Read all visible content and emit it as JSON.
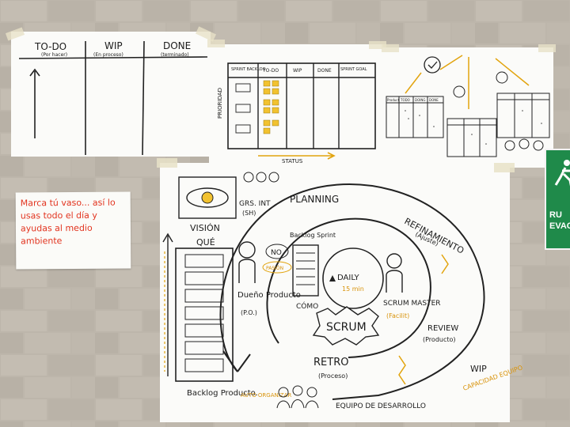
{
  "kanban": {
    "columns": [
      {
        "title": "TO-DO",
        "sub": "(Por hacer)"
      },
      {
        "title": "WIP",
        "sub": "(En proceso)"
      },
      {
        "title": "DONE",
        "sub": "(terminado)"
      }
    ]
  },
  "sprint_board": {
    "headers": [
      "SPRINT BACKLOG",
      "TO-DO",
      "WIP",
      "DONE",
      "SPRINT GOAL"
    ],
    "y_label": "PRIORIDAD",
    "x_label": "STATUS"
  },
  "teams_board": {
    "mini_headers": [
      "Product",
      "TODO",
      "DOING",
      "DONE"
    ]
  },
  "note": {
    "text": "Marca tú vaso... así lo\nusas todo el día y\nayudas al medio ambiente"
  },
  "exit_sign": {
    "line1": "RU",
    "line2": "EVAC"
  },
  "scrum": {
    "vision": "VISIÓN",
    "que": "QUÉ",
    "grs_int": "GRS. INT",
    "sh": "(SH)",
    "planning": "PLANNING",
    "refinamiento": "REFINAMIENTO",
    "ajuste": "(Ajuste)",
    "no": "NO",
    "pasion": "PASIÓN",
    "backlog_sprint": "Backlog Sprint",
    "dueno_producto": "Dueño Producto",
    "po": "(P.O.)",
    "como": "CÓMO",
    "daily": "DAILY",
    "daily_time": "15 min",
    "scrum_master": "SCRUM MASTER",
    "facilit": "(Facilit)",
    "scrum": "SCRUM",
    "review": "REVIEW",
    "review_sub": "(Producto)",
    "retro": "RETRO",
    "retro_sub": "(Proceso)",
    "wip": "WIP",
    "capacidad_equipo": "CAPACIDAD EQUIPO",
    "backlog_producto": "Backlog Producto.",
    "auto_organizar": "AUTO ORGANIZAR",
    "equipo_desarrollo": "EQUIPO DE DESARROLLO"
  }
}
